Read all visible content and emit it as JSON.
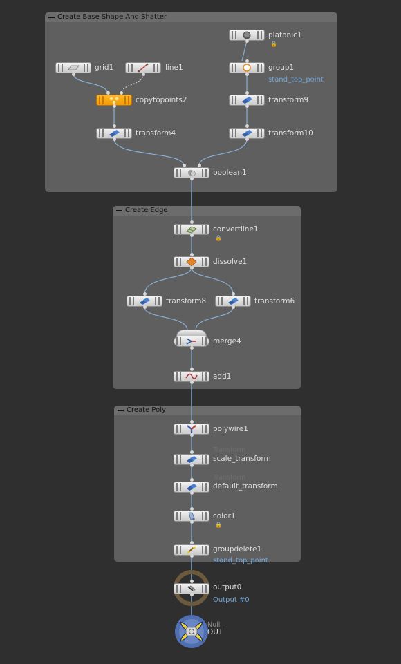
{
  "boxes": {
    "base": "Create Base Shape And Shatter",
    "edge": "Create Edge",
    "poly": "Create Poly"
  },
  "nodes": {
    "platonic1": "platonic1",
    "grid1": "grid1",
    "line1": "line1",
    "group1": "group1",
    "group1_sub": "stand_top_point",
    "copytopoints2": "copytopoints2",
    "transform9": "transform9",
    "transform4": "transform4",
    "transform10": "transform10",
    "boolean1": "boolean1",
    "convertline1": "convertline1",
    "dissolve1": "dissolve1",
    "transform8": "transform8",
    "transform6": "transform6",
    "merge4": "merge4",
    "add1": "add1",
    "polywire1": "polywire1",
    "scale_transform": "scale_transform",
    "scale_transform_ghost": "Transform",
    "default_transform": "default_transform",
    "default_transform_ghost": "Transform",
    "color1": "color1",
    "groupdelete1": "groupdelete1",
    "groupdelete1_sub": "stand_top_point",
    "output0": "output0",
    "output0_sub": "Output #0",
    "out_type": "Null",
    "out_name": "OUT"
  },
  "icons": {
    "platonic1": "platonic-icon",
    "grid1": "grid-icon",
    "line1": "line-icon",
    "group1": "group-icon",
    "copytopoints2": "copy-to-points-icon",
    "transform": "transform-icon",
    "boolean1": "boolean-icon",
    "convertline1": "convert-line-icon",
    "dissolve1": "dissolve-icon",
    "merge4": "merge-icon",
    "add1": "add-icon",
    "polywire1": "polywire-icon",
    "color1": "color-icon",
    "groupdelete1": "group-delete-icon",
    "output0": "output-icon",
    "out": "null-icon"
  },
  "colors": {
    "background": "#2f2f2f",
    "box": "#5f5f5f",
    "wire": "#8aaed6",
    "highlight": "#f49a00",
    "label": "#dedede",
    "sublabel": "#6fa6dc",
    "output_ring": "#6b5a3c",
    "null_ring": "#4f6fb0",
    "null_x": "#f0d838"
  }
}
